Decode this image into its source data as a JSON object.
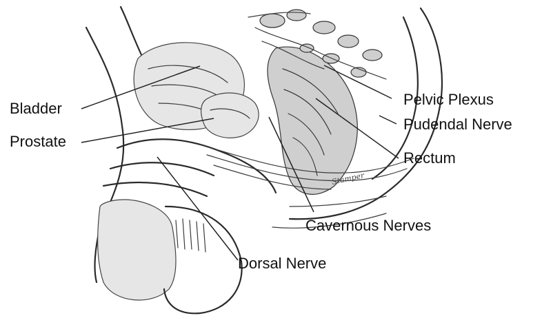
{
  "labels": {
    "bladder": "Bladder",
    "prostate": "Prostate",
    "pelvic_plexus": "Pelvic Plexus",
    "pudendal_nerve": "Pudendal Nerve",
    "rectum": "Rectum",
    "cavernous_nerves": "Cavernous Nerves",
    "dorsal_nerve": "Dorsal Nerve"
  },
  "signature": "Stamper",
  "colors": {
    "background": "#ffffff",
    "ink": "#222222"
  }
}
